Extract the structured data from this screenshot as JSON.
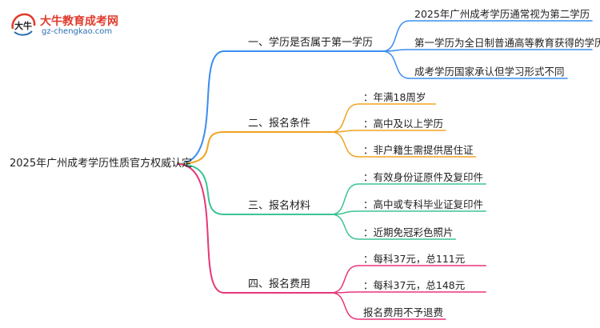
{
  "logo": {
    "title": "大牛教育成考网",
    "url": "gz-chengkao.com",
    "mark_text": "大牛"
  },
  "colors": {
    "blue": "#3b8df0",
    "orange": "#f0a321",
    "green": "#3cc492",
    "pink": "#e8357a"
  },
  "mindmap": {
    "root": "2025年广州成考学历性质官方权威认定",
    "branches": [
      {
        "label": "一、学历是否属于第一学历",
        "color": "blue",
        "leaves": [
          "2025年广州成考学历通常视为第二学历",
          "第一学历为全日制普通高等教育获得的学历",
          "成考学历国家承认但学习形式不同"
        ]
      },
      {
        "label": "二、报名条件",
        "color": "orange",
        "leaves": [
          "：年满18周岁",
          "：高中及以上学历",
          "：非户籍生需提供居住证"
        ]
      },
      {
        "label": "三、报名材料",
        "color": "green",
        "leaves": [
          "：有效身份证原件及复印件",
          "：高中或专科毕业证复印件",
          "：近期免冠彩色照片"
        ]
      },
      {
        "label": "四、报名费用",
        "color": "pink",
        "leaves": [
          "：每科37元，总111元",
          "：每科37元，总148元",
          "报名费用不予退费"
        ]
      }
    ]
  }
}
